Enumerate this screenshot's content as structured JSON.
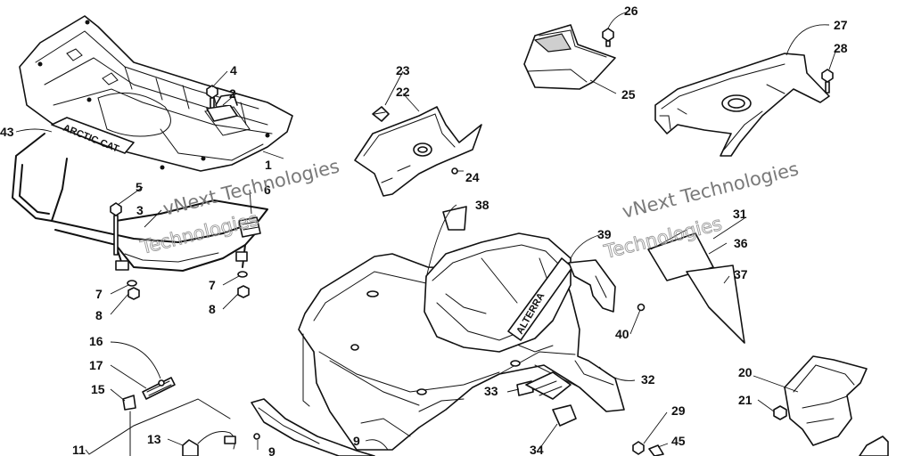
{
  "watermark": {
    "line1": "vNext Technologies",
    "line2": "Technologies"
  },
  "logos": {
    "rack": "ARCTIC CAT",
    "hood": "ALTERRA"
  },
  "callouts": [
    {
      "id": "c1",
      "label": "1"
    },
    {
      "id": "c2",
      "label": "2"
    },
    {
      "id": "c3",
      "label": "3"
    },
    {
      "id": "c4",
      "label": "4"
    },
    {
      "id": "c5",
      "label": "5"
    },
    {
      "id": "c6",
      "label": "6"
    },
    {
      "id": "c7a",
      "label": "7"
    },
    {
      "id": "c7b",
      "label": "7"
    },
    {
      "id": "c8a",
      "label": "8"
    },
    {
      "id": "c8b",
      "label": "8"
    },
    {
      "id": "c9a",
      "label": "9"
    },
    {
      "id": "c9b",
      "label": "9"
    },
    {
      "id": "c11",
      "label": "11"
    },
    {
      "id": "c13",
      "label": "13"
    },
    {
      "id": "c15",
      "label": "15"
    },
    {
      "id": "c16",
      "label": "16"
    },
    {
      "id": "c17",
      "label": "17"
    },
    {
      "id": "c20",
      "label": "20"
    },
    {
      "id": "c21",
      "label": "21"
    },
    {
      "id": "c22",
      "label": "22"
    },
    {
      "id": "c23",
      "label": "23"
    },
    {
      "id": "c24",
      "label": "24"
    },
    {
      "id": "c25",
      "label": "25"
    },
    {
      "id": "c26",
      "label": "26"
    },
    {
      "id": "c27",
      "label": "27"
    },
    {
      "id": "c28",
      "label": "28"
    },
    {
      "id": "c29",
      "label": "29"
    },
    {
      "id": "c31",
      "label": "31"
    },
    {
      "id": "c32",
      "label": "32"
    },
    {
      "id": "c33",
      "label": "33"
    },
    {
      "id": "c34",
      "label": "34"
    },
    {
      "id": "c36",
      "label": "36"
    },
    {
      "id": "c37",
      "label": "37"
    },
    {
      "id": "c38",
      "label": "38"
    },
    {
      "id": "c39",
      "label": "39"
    },
    {
      "id": "c40",
      "label": "40"
    },
    {
      "id": "c43",
      "label": "43"
    },
    {
      "id": "c45",
      "label": "45"
    }
  ]
}
